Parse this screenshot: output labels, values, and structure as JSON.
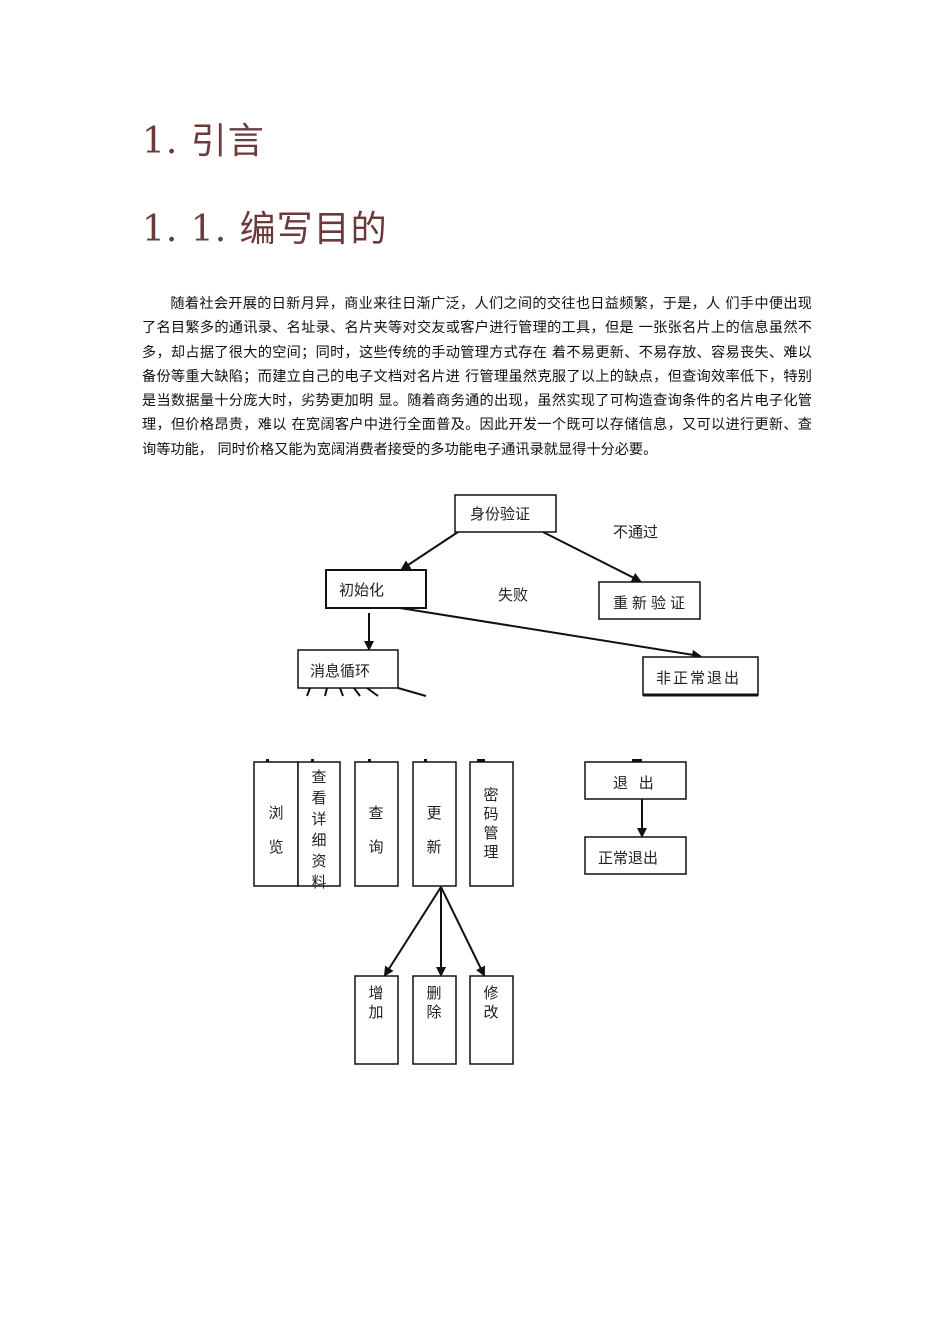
{
  "document": {
    "heading1": "1. 引言",
    "heading2": "1. 1. 编写目的",
    "paragraph": "随着社会开展的日新月异，商业来往日渐广泛，人们之间的交往也日益频繁，于是，人 们手中便出现了名目繁多的通讯录、名址录、名片夹等对交友或客户进行管理的工具，但是 一张张名片上的信息虽然不多，却占据了很大的空间；同时，这些传统的手动管理方式存在 着不易更新、不易存放、容易丧失、难以备份等重大缺陷；而建立自己的电子文档对名片进 行管理虽然克服了以上的缺点，但查询效率低下，特别是当数据量十分庞大时，劣势更加明 显。随着商务通的出现，虽然实现了可构造查询条件的名片电子化管理，但价格昂贵，难以 在宽阔客户中进行全面普及。因此开发一个既可以存储信息，又可以进行更新、查询等功能， 同时价格又能为宽阔消费者接受的多功能电子通讯录就显得十分必要。"
  },
  "flowchart": {
    "nodes": {
      "auth": "身份验证",
      "init": "初始化",
      "reauth": "重新验证",
      "msgloop": "消息循环",
      "abnormal_exit": "非正常退出",
      "browse": "浏览",
      "view_detail": "查看详细资料",
      "query": "查询",
      "update": "更新",
      "password": "密码管理",
      "exit": "退 出",
      "normal_exit": "正常退出",
      "add": "增加",
      "delete": "删除",
      "modify": "修改"
    },
    "edge_labels": {
      "not_passed": "不通过",
      "failed": "失败"
    }
  }
}
